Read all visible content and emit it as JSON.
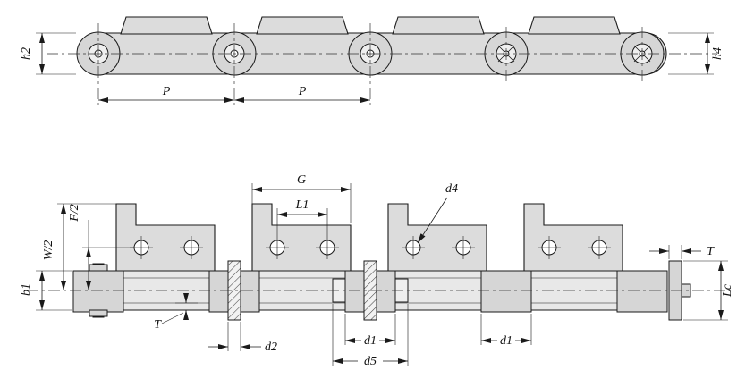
{
  "drawing": {
    "background": "#ffffff",
    "line_color": "#1a1a1a",
    "plate_fill": "#dcdcdc"
  },
  "top_view": {
    "h2": "h2",
    "h4": "h4",
    "pitch_left": "P",
    "pitch_right": "P"
  },
  "bottom_view": {
    "G": "G",
    "L1": "L1",
    "d4": "d4",
    "F_half": "F/2",
    "W_half": "W/2",
    "b1": "b1",
    "T_left": "T",
    "d2": "d2",
    "d1_left": "d1",
    "d5": "d5",
    "d1_right": "d1",
    "T_right": "T",
    "Lc": "Lc"
  }
}
